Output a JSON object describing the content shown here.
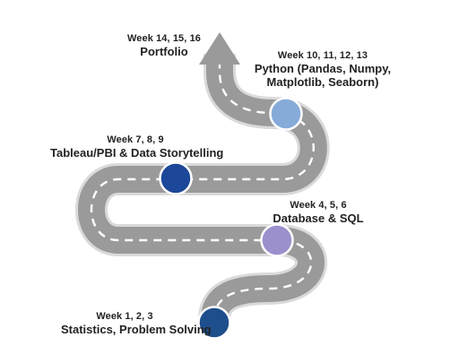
{
  "colors": {
    "road": "#9A9A9A",
    "road_shadow": "#DADADA",
    "dash": "#FFFFFF",
    "text": "#222222"
  },
  "icons": {
    "arrowhead": "arrow-up-icon"
  },
  "milestones": [
    {
      "week": "Week 1, 2, 3",
      "topic": "Statistics, Problem Solving",
      "marker_color": "#1E4E8C"
    },
    {
      "week": "Week 4, 5, 6",
      "topic": "Database & SQL",
      "marker_color": "#9C8FCC"
    },
    {
      "week": "Week 7, 8, 9",
      "topic": "Tableau/PBI & Data Storytelling",
      "marker_color": "#1D4798"
    },
    {
      "week": "Week 10, 11, 12, 13",
      "topic_lines": [
        "Python (Pandas, Numpy,",
        "Matplotlib, Seaborn)"
      ],
      "marker_color": "#86ABD9"
    },
    {
      "week": "Week 14, 15, 16",
      "topic": "Portfolio"
    }
  ]
}
